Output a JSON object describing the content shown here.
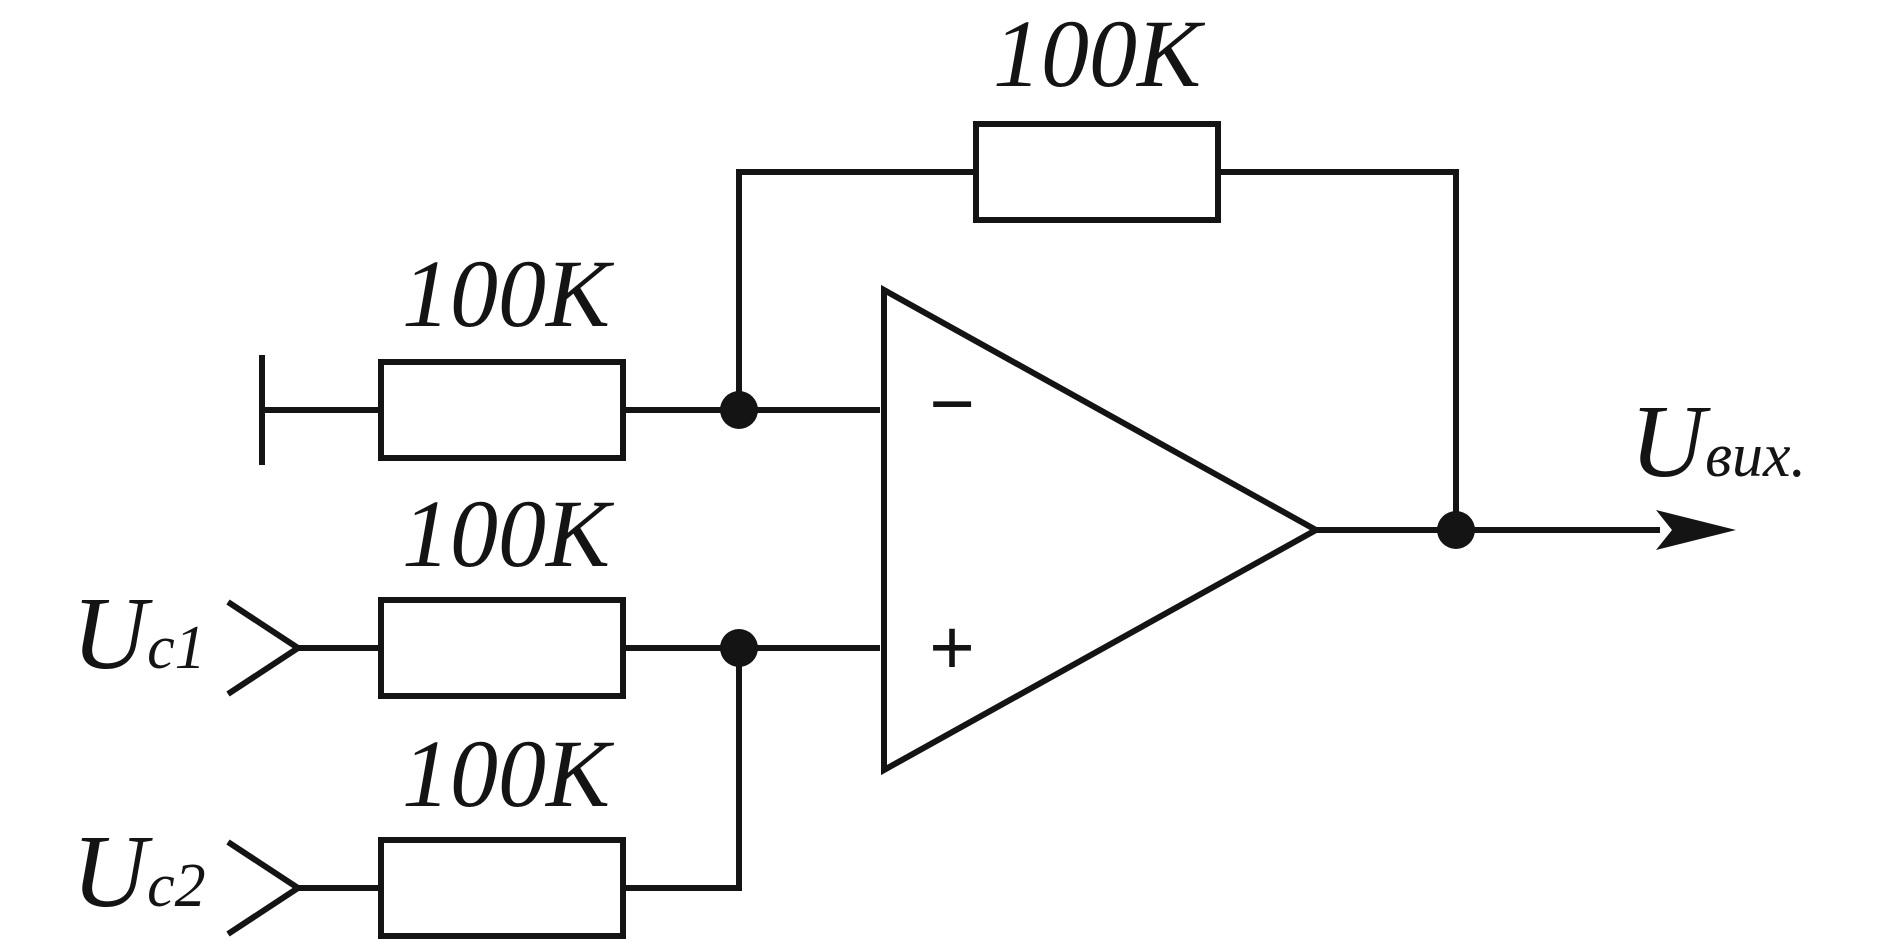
{
  "resistors": {
    "feedback": {
      "value": "100K"
    },
    "ground": {
      "value": "100K"
    },
    "input1": {
      "value": "100K"
    },
    "input2": {
      "value": "100K"
    }
  },
  "inputs": {
    "uc1": {
      "main": "U",
      "sub": "c1"
    },
    "uc2": {
      "main": "U",
      "sub": "c2"
    }
  },
  "output": {
    "main": "U",
    "sub": "вих."
  },
  "opamp": {
    "inverting_sign": "−",
    "noninverting_sign": "+"
  },
  "colors": {
    "ink": "#141414",
    "background": "#ffffff"
  }
}
